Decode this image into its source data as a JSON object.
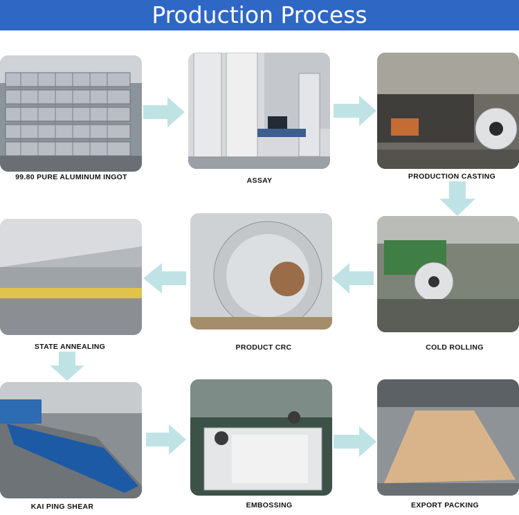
{
  "header": {
    "title": "Production Process",
    "color": "#2f67c4"
  },
  "arrow_color": "#bfe3e5",
  "steps": [
    {
      "caption": "99.80 PURE ALUMINUM INGOT",
      "image": "aluminum-ingot-stack-photo"
    },
    {
      "caption": "ASSAY",
      "image": "testing-machine-lab-photo"
    },
    {
      "caption": "PRODUCTION CASTING",
      "image": "casting-line-factory-photo"
    },
    {
      "caption": "COLD ROLLING",
      "image": "cold-rolling-mill-photo"
    },
    {
      "caption": "PRODUCT CRC",
      "image": "aluminum-coil-photo"
    },
    {
      "caption": "STATE ANNEALING",
      "image": "annealing-furnace-hall-photo"
    },
    {
      "caption": "KAI PING  SHEAR",
      "image": "shearing-line-photo"
    },
    {
      "caption": "EMBOSSING",
      "image": "embossing-workers-photo"
    },
    {
      "caption": "EXPORT PACKING",
      "image": "packed-sheets-pallet-photo"
    }
  ]
}
